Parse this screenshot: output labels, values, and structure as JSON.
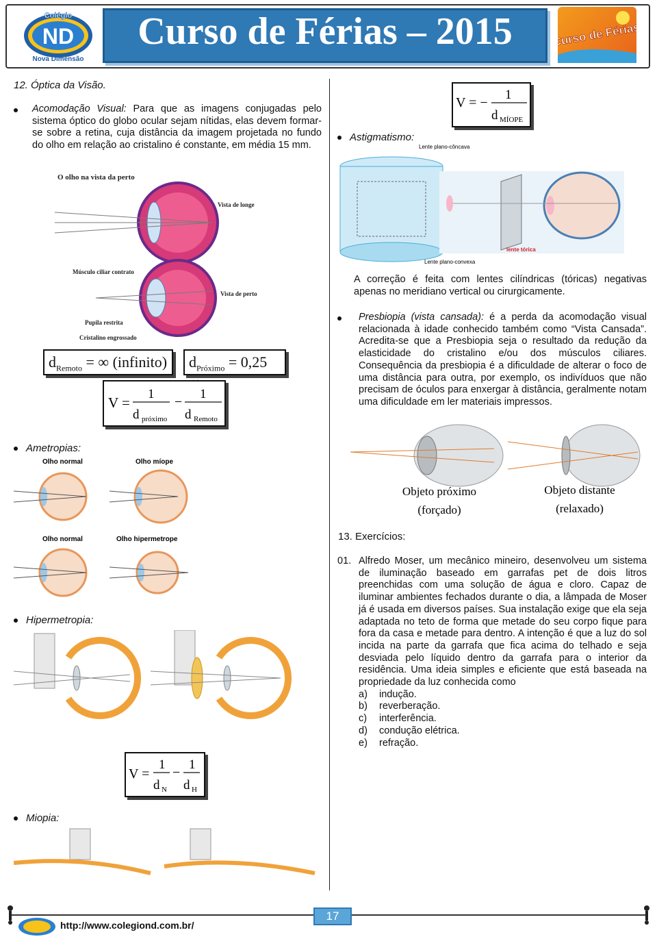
{
  "header": {
    "title": "Curso de Férias – 2015",
    "logo_left_text": "Colégio",
    "logo_left_initials": "ND",
    "logo_left_sub": "Nova Dimensão",
    "logo_right_text": "Curso de Férias"
  },
  "section": {
    "number_title": "12.  Óptica da Visão."
  },
  "left": {
    "acomodacao_label": "Acomodação Visual:",
    "acomodacao_text": " Para que as imagens conjugadas pelo sistema óptico do globo ocular sejam nítidas, elas devem formar-se sobre a retina, cuja distância da imagem projetada no fundo do olho em relação ao cristalino é constante, em média 15 mm.",
    "fig1_title": "O olho na vista da perto",
    "fig1_label_far": "Vista de longe",
    "fig1_label_muscle": "Músculo ciliar contrato",
    "fig1_label_near": "Vista de perto",
    "fig1_label_pupil": "Pupila restrita",
    "fig1_label_lens": "Cristalino engrossado",
    "f_remoto_lhs": "d",
    "f_remoto_sub": "Remoto",
    "f_remoto_rhs": "= ∞ (infinito)",
    "f_proximo_lhs": "d",
    "f_proximo_sub": "Próximo",
    "f_proximo_rhs": "= 0,25 m",
    "f_v_lhs": "V =",
    "f_v_num1": "1",
    "f_v_den1": "d",
    "f_v_den1_sub": "próximo",
    "f_v_minus": "−",
    "f_v_num2": "1",
    "f_v_den2": "d",
    "f_v_den2_sub": "Remoto",
    "ametropias_label": "Ametropias:",
    "am_normal1": "Olho normal",
    "am_miope": "Olho míope",
    "am_normal2": "Olho normal",
    "am_hiper": "Olho hipermetrope",
    "hiper_label": "Hipermetropia:",
    "fh_v": "V =",
    "fh_num1": "1",
    "fh_den1": "d",
    "fh_den1_sub": "N",
    "fh_minus": "−",
    "fh_num2": "1",
    "fh_den2": "d",
    "fh_den2_sub": "H",
    "miopia_label": "Miopia:"
  },
  "right": {
    "astig_label": "Astigmatismo:",
    "fm_v": "V = −",
    "fm_num": "1",
    "fm_den": "d",
    "fm_den_sub": "MÍOPE",
    "astig_lente1": "Lente plano-côncava",
    "astig_lente2": "Lente plano-convexa",
    "astig_torica": "lente tórica",
    "astig_text": "A correção é feita com lentes cilíndricas (tóricas) negativas apenas no meridiano vertical ou cirurgicamente.",
    "presb_label": "Presbiopia (vista cansada):",
    "presb_text": " é a perda da acomodação visual relacionada à idade conhecido também como “Vista Cansada”. Acredita-se que a Presbiopia seja o resultado da redução da elasticidade do cristalino e/ou dos músculos ciliares. Consequência da presbiopia é a dificuldade de alterar o foco de uma distância para outra, por exemplo, os indivíduos que não precisam de óculos para enxergar à distância, geralmente notam uma dificuldade em ler materiais impressos.",
    "obj_proximo": "Objeto próximo",
    "obj_proximo_sub": "(forçado)",
    "obj_distante": "Objeto distante",
    "obj_distante_sub": "(relaxado)",
    "exercicios_title": "13.  Exercícios:",
    "q_number": "01.",
    "q_text": "Alfredo Moser, um mecânico mineiro, desenvolveu um sistema de iluminação baseado em garrafas pet de dois litros preenchidas com uma solução de água e cloro. Capaz de iluminar ambientes fechados durante o dia, a lâmpada de Moser já é usada em diversos países. Sua instalação exige que ela seja adaptada no teto de forma que metade do seu corpo fique para fora da casa e metade para dentro. A intenção é que a luz do sol incida na parte da garrafa que fica acima do telhado e seja desviada pelo líquido dentro da garrafa para o interior da residência. Uma ideia simples e eficiente que está baseada na propriedade da luz conhecida como",
    "options": [
      {
        "letter": "a)",
        "text": "indução."
      },
      {
        "letter": "b)",
        "text": "reverberação."
      },
      {
        "letter": "c)",
        "text": "interferência."
      },
      {
        "letter": "d)",
        "text": "condução elétrica."
      },
      {
        "letter": "e)",
        "text": "refração."
      }
    ]
  },
  "footer": {
    "page_number": "17",
    "url": "http://www.colegiond.com.br/"
  },
  "colors": {
    "header_blue": "#2f79b5",
    "eye_pink": "#e0407a",
    "eye_orange": "#f0a23a"
  }
}
